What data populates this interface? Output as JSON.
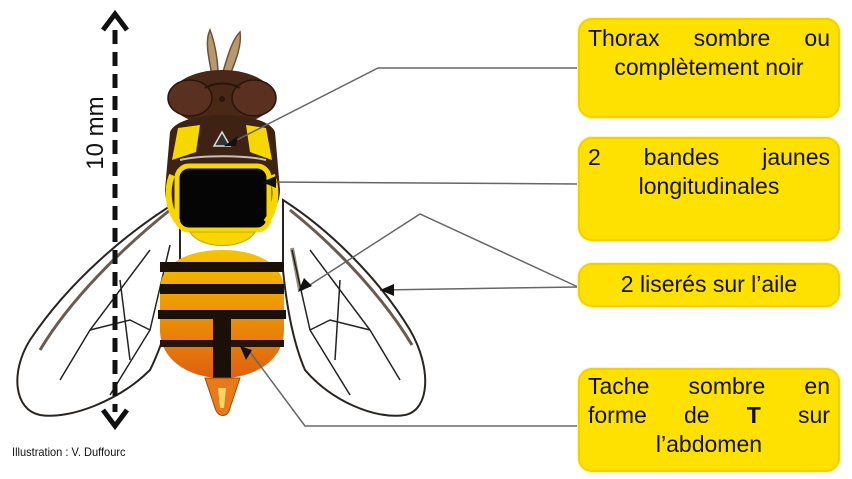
{
  "labels": {
    "thorax": [
      "Thorax sombre ou",
      "complètement noir"
    ],
    "bandes": [
      "2 bandes jaunes",
      "longitudinales"
    ],
    "liseres": "2 liserés sur l’aile",
    "tache_line1": "Tache sombre en",
    "tache_line2_a": "forme",
    "tache_line2_b": "de",
    "tache_line2_bold": "T",
    "tache_line2_c": "sur",
    "tache_line3": "l’abdomen"
  },
  "scale": "10 mm",
  "credit": "Illustration : V. Duffourc",
  "colors": {
    "label_fill": "#ffe100",
    "yellow": "#f6d800",
    "dark_brown": "#3a1f12",
    "orange": "#e87a1a",
    "black": "#111111"
  }
}
